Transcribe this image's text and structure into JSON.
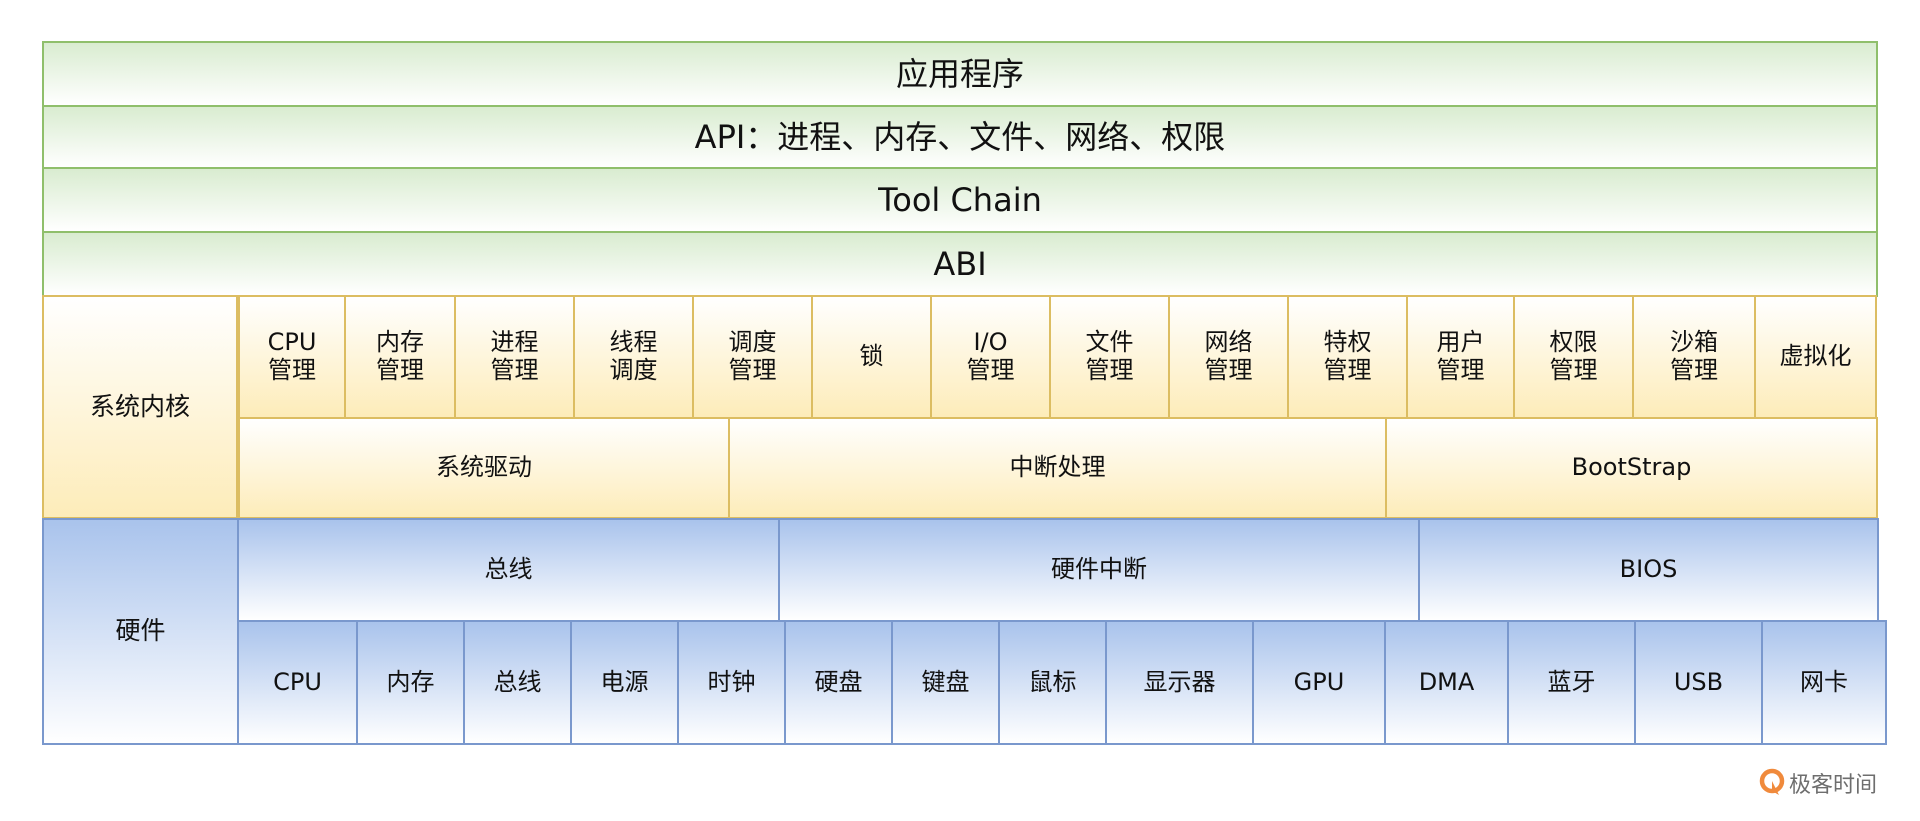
{
  "layers": {
    "app": "应用程序",
    "api": "API：进程、内存、文件、网络、权限",
    "toolchain": "Tool Chain",
    "abi": "ABI"
  },
  "kernel": {
    "label": "系统内核",
    "modules": [
      "CPU\n管理",
      "内存\n管理",
      "进程\n管理",
      "线程\n调度",
      "调度\n管理",
      "锁",
      "I/O\n管理",
      "文件\n管理",
      "网络\n管理",
      "特权\n管理",
      "用户\n管理",
      "权限\n管理",
      "沙箱\n管理",
      "虚拟化"
    ],
    "bottom": [
      "系统驱动",
      "中断处理",
      "BootStrap"
    ]
  },
  "hardware": {
    "label": "硬件",
    "top": [
      "总线",
      "硬件中断",
      "BIOS"
    ],
    "devices": [
      "CPU",
      "内存",
      "总线",
      "电源",
      "时钟",
      "硬盘",
      "键盘",
      "鼠标",
      "显示器",
      "GPU",
      "DMA",
      "蓝牙",
      "USB",
      "网卡"
    ]
  },
  "brand": {
    "logo_text": "极客时间",
    "logo_color": "#f08a3c"
  },
  "colors": {
    "green_border": "#8fbf6b",
    "yellow_border": "#dcbd62",
    "blue_border": "#7a98cd"
  }
}
